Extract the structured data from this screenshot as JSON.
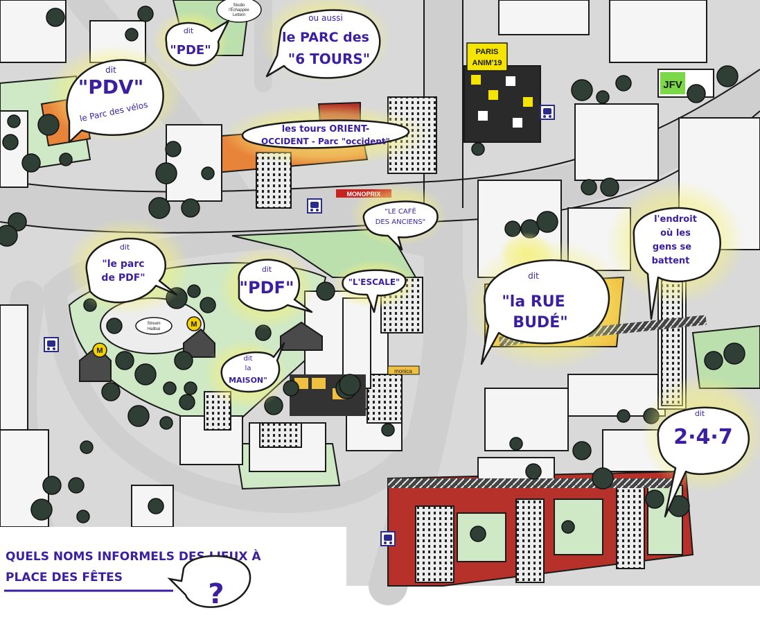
{
  "map": {
    "question": {
      "line1": "QUELS NOMS INFORMELS DES LIEUX À",
      "line2": "PLACE DES FÊTES",
      "mark": "?"
    },
    "bubbles": {
      "pdv": {
        "pre": "dit",
        "name": "\"PDV\"",
        "sub": "le Parc des vélos"
      },
      "pde": {
        "pre": "dit",
        "name": "\"PDE\""
      },
      "six_tours": {
        "pre": "ou aussi",
        "line1": "le PARC des",
        "line2": "\"6 TOURS\""
      },
      "orient": {
        "line1": "les tours ORIENT-",
        "line2": "OCCIDENT - Parc \"occident\""
      },
      "cafe": {
        "line1": "\"LE CAFÉ",
        "line2": "DES ANCIENS\""
      },
      "parc_pdf": {
        "pre": "dit",
        "line1": "\"le parc",
        "line2": "de PDF\""
      },
      "pdf": {
        "pre": "dit",
        "name": "\"PDF\""
      },
      "escale": {
        "name": "\"L'ESCALE\""
      },
      "maison": {
        "pre": "dit",
        "line1": "la",
        "line2": "MAISON\""
      },
      "rue_bude": {
        "pre": "dit",
        "line1": "\"la RUE",
        "line2": "BUDÉ\""
      },
      "battent": {
        "line1": "l'endroit",
        "line2": "où les",
        "line3": "gens se",
        "line4": "battent"
      },
      "d247": {
        "pre": "dit",
        "name": "2·4·7"
      }
    },
    "labels": {
      "paris_anim": {
        "line1": "PARIS",
        "line2": "ANIM'19"
      },
      "jfv": "JFV",
      "monoprix": "MONOPRIX",
      "monica": "monica",
      "studio": {
        "line1": "Studio",
        "line2": "l'Échappée",
        "line3": "Lettem"
      },
      "stream": {
        "line1": "Stream",
        "line2": "Hallbal"
      }
    },
    "icons": {
      "bus": "bus-icon",
      "metro": "metro-icon",
      "metro_letter": "M"
    },
    "colors": {
      "ink": "#3b1fa0",
      "road": "#d6d6d6",
      "building": "#f5f5f5",
      "green": "#cfe8c6",
      "tree": "#2f3f35",
      "highlight": "#f5f07a",
      "orange": "#e8833a",
      "brick": "#b5312a"
    }
  }
}
